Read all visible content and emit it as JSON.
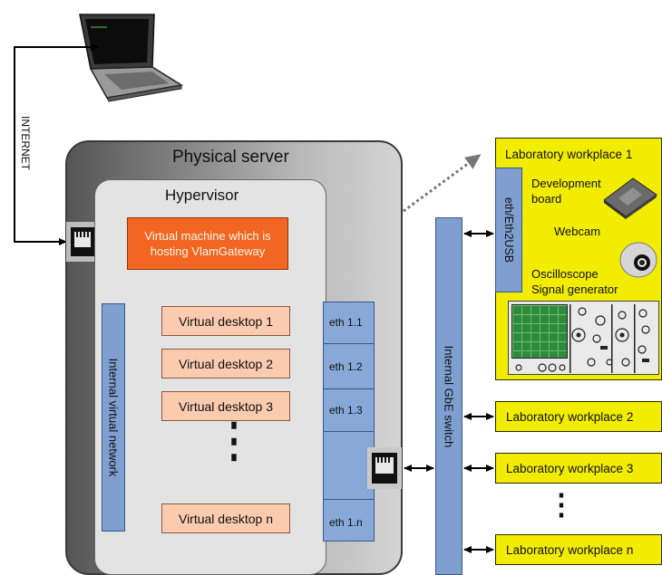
{
  "internet_label": "INTERNET",
  "physical_server": "Physical server",
  "hypervisor": "Hypervisor",
  "vm_label": "Virtual machine which is hosting VlamGateway",
  "internal_virtual_network": "Internal virtual network",
  "virtual_desktops": [
    "Virtual desktop 1",
    "Virtual desktop 2",
    "Virtual desktop 3",
    "Virtual desktop n"
  ],
  "eth_ports": [
    "eth 1.1",
    "eth 1.2",
    "eth 1.3",
    "eth 1.n"
  ],
  "gbe_switch": "Internal GbE switch",
  "lab1": {
    "title": "Laboratory workplace 1",
    "eth2usb": "eth/Eth2USB",
    "dev_board": "Development board",
    "webcam": "Webcam",
    "oscilloscope": "Oscilloscope",
    "signal_generator": "Signal generator"
  },
  "lab_workplaces": [
    "Laboratory workplace 2",
    "Laboratory workplace 3",
    "Laboratory workplace n"
  ],
  "ellipsis": "⋮",
  "colors": {
    "vm": "#f26522",
    "desktop": "#fbcbb0",
    "network": "#7f9fd1",
    "lab": "#f2ec00",
    "server": "#7d7d7d",
    "hypervisor": "#e3e3e3"
  }
}
